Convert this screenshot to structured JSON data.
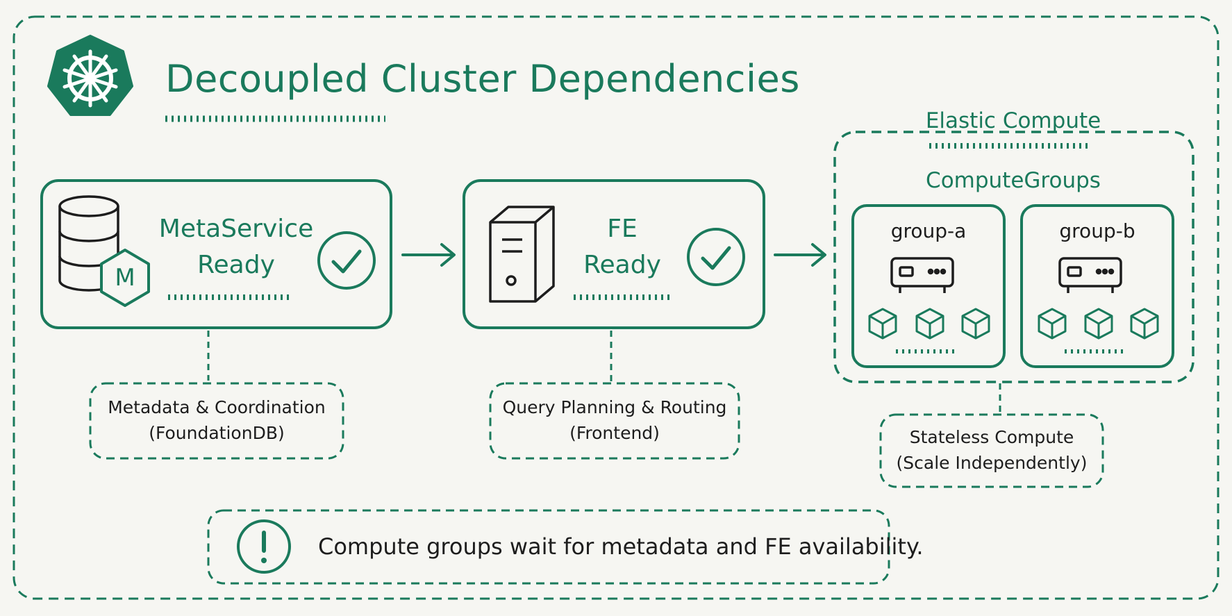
{
  "diagram": {
    "title": "Decoupled Cluster Dependencies",
    "logo_icon": "helm-wheel-icon",
    "colors": {
      "primary": "#1a7a5c",
      "ink": "#1d1d1d",
      "background": "#f6f6f2"
    },
    "meta_service": {
      "line1": "MetaService",
      "line2": "Ready",
      "icon": "database-icon",
      "badge": "M",
      "status_icon": "check-circle-icon",
      "note_line1": "Metadata & Coordination",
      "note_line2": "(FoundationDB)"
    },
    "fe": {
      "line1": "FE",
      "line2": "Ready",
      "icon": "server-tower-icon",
      "status_icon": "check-circle-icon",
      "note_line1": "Query Planning & Routing",
      "note_line2": "(Frontend)"
    },
    "elastic": {
      "title": "Elastic Compute",
      "groups_title": "ComputeGroups",
      "groups": [
        {
          "name": "group-a",
          "icon": "server-unit-icon",
          "node_icon": "cube-icon"
        },
        {
          "name": "group-b",
          "icon": "server-unit-icon",
          "node_icon": "cube-icon"
        }
      ],
      "note_line1": "Stateless Compute",
      "note_line2": "(Scale Independently)"
    },
    "warning": {
      "icon": "exclamation-circle-icon",
      "text": "Compute groups wait for metadata and FE availability."
    }
  }
}
